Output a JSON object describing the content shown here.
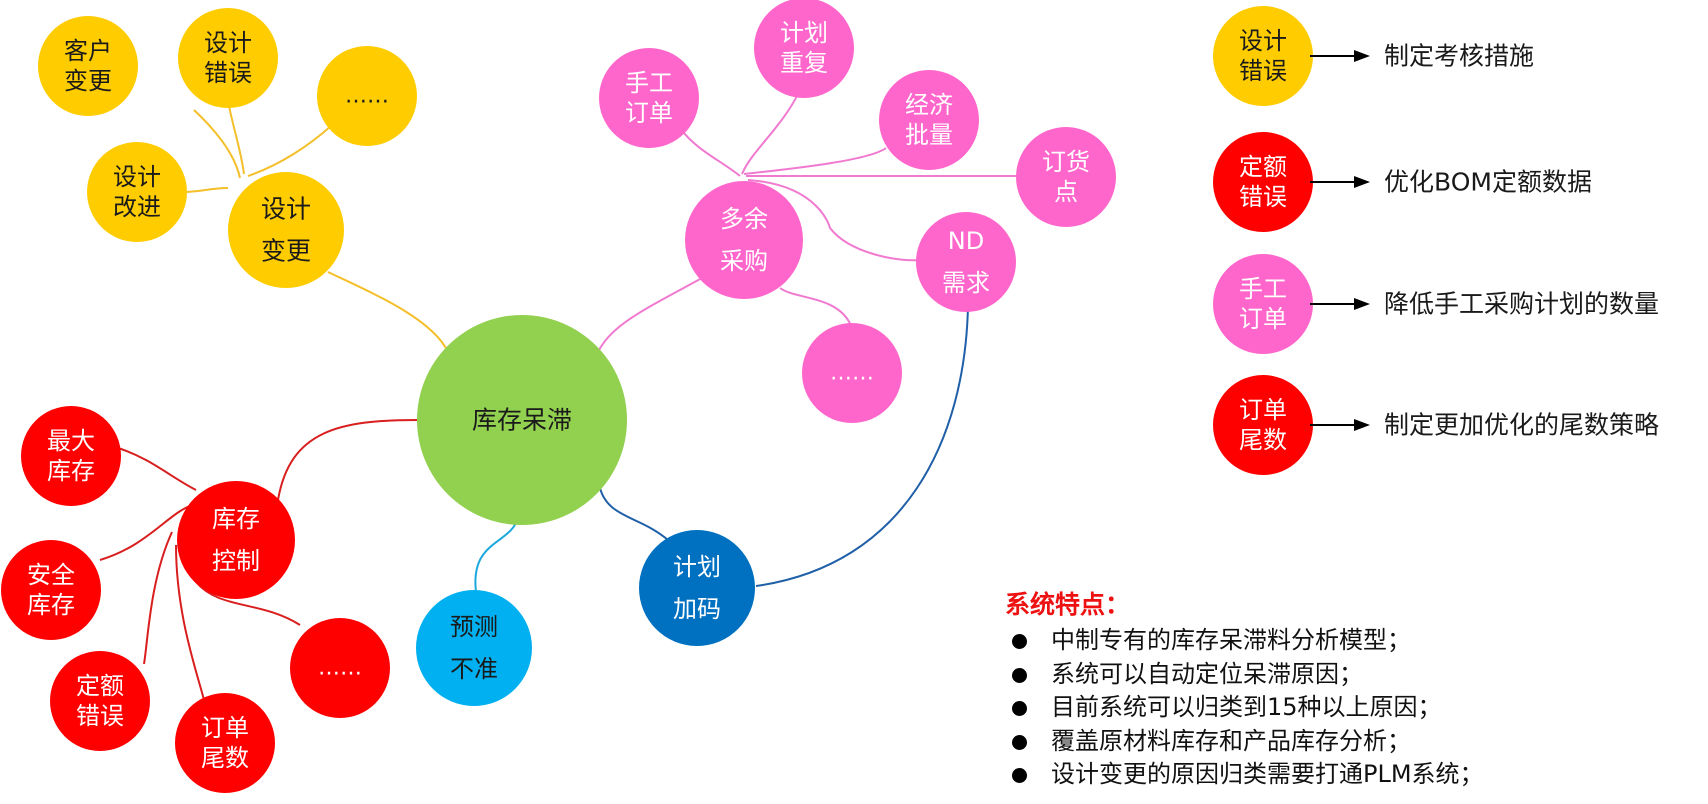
{
  "colors": {
    "center": "#92d050",
    "yellow": "#ffcc00",
    "pink": "#ff66cc",
    "red": "#ff0000",
    "blue": "#0070c0",
    "cyan": "#00b0f0",
    "line_yellow": "#f4bf2a",
    "line_pink": "#f07ad0",
    "line_red": "#d91e1e",
    "line_blue": "#1f5fa8",
    "line_cyan": "#1aa8dd",
    "feature_title": "#ee1111"
  },
  "mindmap": {
    "center": {
      "lines": [
        "库存呆滞"
      ]
    },
    "branches": {
      "design_change": {
        "lines": [
          "设计",
          "变更"
        ],
        "children": [
          {
            "lines": [
              "客户",
              "变更"
            ]
          },
          {
            "lines": [
              "设计",
              "错误"
            ]
          },
          {
            "lines": [
              "……"
            ]
          },
          {
            "lines": [
              "设计",
              "改进"
            ]
          }
        ]
      },
      "excess_purchase": {
        "lines": [
          "多余",
          "采购"
        ],
        "children": [
          {
            "lines": [
              "手工",
              "订单"
            ]
          },
          {
            "lines": [
              "计划",
              "重复"
            ]
          },
          {
            "lines": [
              "经济",
              "批量"
            ]
          },
          {
            "lines": [
              "订货",
              "点"
            ]
          },
          {
            "lines": [
              "ND",
              "需求"
            ]
          },
          {
            "lines": [
              "……"
            ]
          }
        ]
      },
      "inventory_control": {
        "lines": [
          "库存",
          "控制"
        ],
        "children": [
          {
            "lines": [
              "最大",
              "库存"
            ]
          },
          {
            "lines": [
              "安全",
              "库存"
            ]
          },
          {
            "lines": [
              "定额",
              "错误"
            ]
          },
          {
            "lines": [
              "订单",
              "尾数"
            ]
          },
          {
            "lines": [
              "……"
            ]
          }
        ]
      },
      "forecast": {
        "lines": [
          "预测",
          "不准"
        ]
      },
      "plan_extra": {
        "lines": [
          "计划",
          "加码"
        ]
      }
    }
  },
  "legend": [
    {
      "lines": [
        "设计",
        "错误"
      ],
      "color": "#ffcc00",
      "text_color": "#1a1a1a",
      "action": "制定考核措施"
    },
    {
      "lines": [
        "定额",
        "错误"
      ],
      "color": "#ff0000",
      "text_color": "#ffffff",
      "action": "优化BOM定额数据"
    },
    {
      "lines": [
        "手工",
        "订单"
      ],
      "color": "#ff66cc",
      "text_color": "#ffffff",
      "action": "降低手工采购计划的数量"
    },
    {
      "lines": [
        "订单",
        "尾数"
      ],
      "color": "#ff0000",
      "text_color": "#ffffff",
      "action": "制定更加优化的尾数策略"
    }
  ],
  "features": {
    "title": "系统特点：",
    "items": [
      "中制专有的库存呆滞料分析模型；",
      "系统可以自动定位呆滞原因；",
      "目前系统可以归类到15种以上原因；",
      "覆盖原材料库存和产品库存分析；",
      "设计变更的原因归类需要打通PLM系统；"
    ]
  }
}
